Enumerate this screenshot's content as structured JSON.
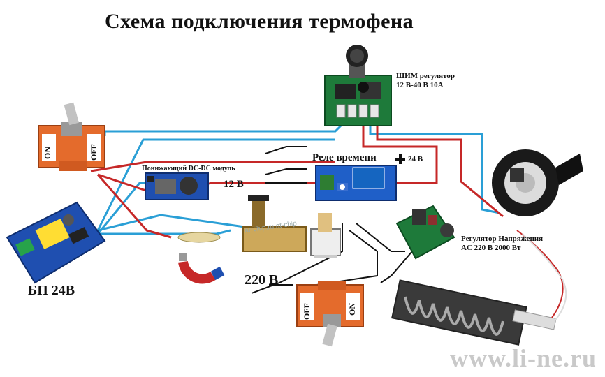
{
  "title": "Схема подключения термофена",
  "labels": {
    "pwm_line1": "ШИМ регулятор",
    "pwm_line2": "12 В-40 В 10А",
    "relay": "Реле времени",
    "relay_voltage": "24 В",
    "dcdc": "Понижающий DC-DC модуль",
    "v12": "12 В",
    "psu": "БП 24В",
    "v220": "220 В",
    "reg_line1": "Регулятор Напряжения",
    "reg_line2": "AC 220 В 2000 Вт"
  },
  "switch_top": {
    "on": "ON",
    "off": "OFF"
  },
  "switch_bottom": {
    "on": "ON",
    "off": "OFF"
  },
  "chip_watermark": "ar-chip.ru  at-chip",
  "watermark": "www.li-ne.ru",
  "colors": {
    "wire_blue": "#2a9fd6",
    "wire_red": "#c62828",
    "wire_black": "#111111",
    "pcb_green": "#1e7a3a",
    "pcb_blue": "#1f4fb0"
  }
}
